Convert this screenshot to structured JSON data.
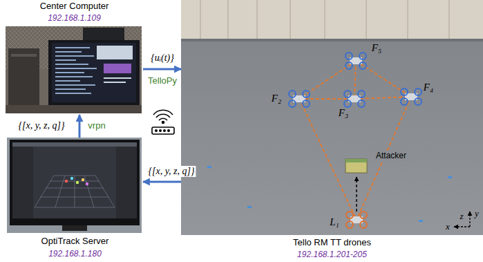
{
  "diagram": {
    "nodes": [
      {
        "text": [
          "Center Computer",
          "192.168.1.109"
        ]
      },
      {
        "text": [
          "Tello RM TT drones",
          "192.168.1.201-205"
        ]
      },
      {
        "text": [
          "OptiTrack Server",
          "192.168.1.180"
        ]
      }
    ],
    "edges": [
      {
        "from": 0,
        "to": 1,
        "arrow": "to",
        "label": "{uᵢ(t)}"
      },
      {
        "from": 2,
        "to": 0,
        "arrow": "to",
        "label": "{[x, y, z, q]}"
      },
      {
        "from": 1,
        "to": 2,
        "arrow": "to",
        "label": "{[x, y, z, q]}"
      }
    ],
    "labels": [
      "TelloPy",
      "vrpn",
      "F₅",
      "F₂",
      "F₃",
      "F₄",
      "Attacker",
      "L₁",
      "z",
      "y",
      "x"
    ]
  }
}
